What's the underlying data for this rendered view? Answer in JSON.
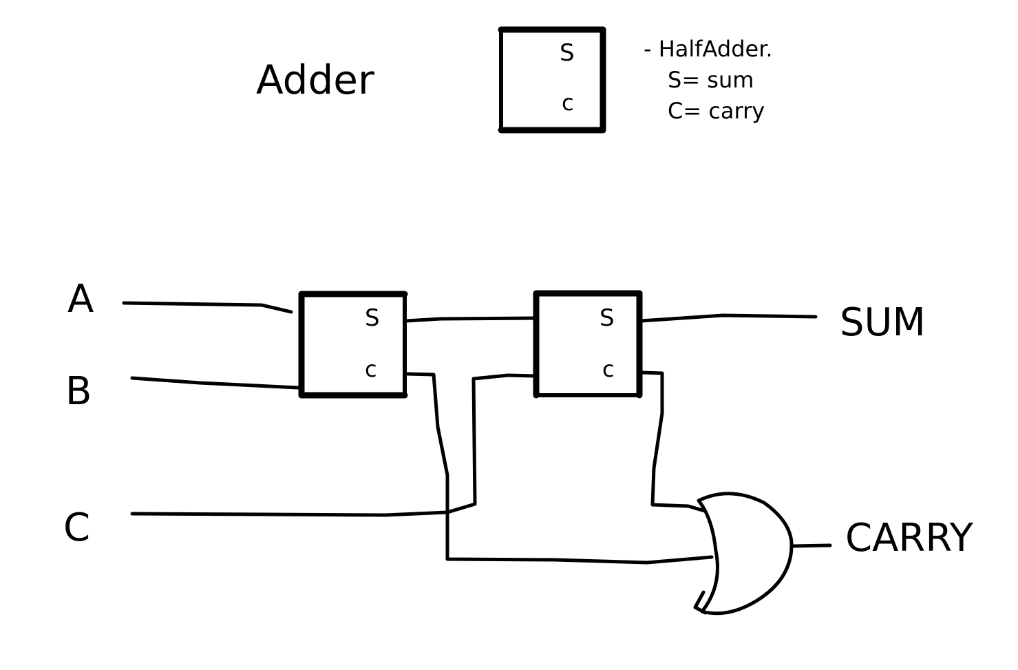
{
  "title": "Adder",
  "legend": {
    "port_s": "S",
    "port_c": "c",
    "line1": "- HalfAdder.",
    "line2": "S= sum",
    "line3": "C= carry"
  },
  "inputs": {
    "a": "A",
    "b": "B",
    "c": "C"
  },
  "half_adder_1": {
    "port_s": "S",
    "port_c": "c"
  },
  "half_adder_2": {
    "port_s": "S",
    "port_c": "c"
  },
  "outputs": {
    "sum": "SUM",
    "carry": "CARRY"
  }
}
